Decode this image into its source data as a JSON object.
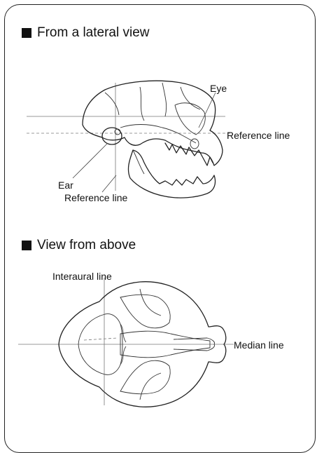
{
  "sections": {
    "lateral": {
      "title": "From a lateral view",
      "labels": {
        "eye": "Eye",
        "reference_line_right": "Reference line",
        "ear": "Ear",
        "reference_line_bottom": "Reference line"
      }
    },
    "above": {
      "title": "View from above",
      "labels": {
        "interaural_line": "Interaural line",
        "median_line": "Median line"
      }
    }
  }
}
